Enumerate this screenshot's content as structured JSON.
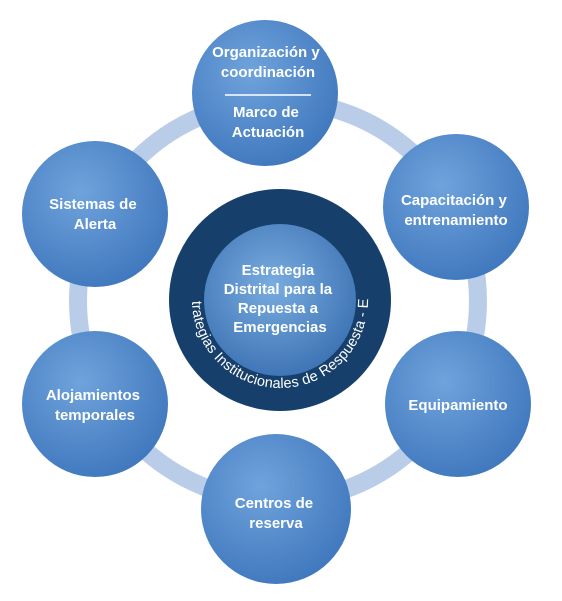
{
  "colors": {
    "ring": "#b9cde8",
    "node_light": "#6fa3dc",
    "node_dark": "#3f77bd",
    "outer_band": "#173f6b",
    "center_light": "#79acdf",
    "center_dark": "#3b71b3",
    "text": "#ffffff"
  },
  "center": {
    "lines": [
      "Estrategia",
      "Distrital para la",
      "Repuesta a",
      "Emergencias"
    ],
    "ring_label": "Estrategias Institucionales de Respuesta - EIR"
  },
  "nodes": [
    {
      "id": "organizacion",
      "lines": [
        "Organización y",
        "coordinación"
      ],
      "divider": true,
      "lines2": [
        "Marco de",
        "Actuación"
      ]
    },
    {
      "id": "capacitacion",
      "lines": [
        "Capacitación y",
        "entrenamiento"
      ]
    },
    {
      "id": "equipamiento",
      "lines": [
        "Equipamiento"
      ]
    },
    {
      "id": "centros",
      "lines": [
        "Centros de",
        "reserva"
      ]
    },
    {
      "id": "alojamientos",
      "lines": [
        "Alojamientos",
        "temporales"
      ]
    },
    {
      "id": "sistemas",
      "lines": [
        "Sistemas de",
        "Alerta"
      ]
    }
  ]
}
